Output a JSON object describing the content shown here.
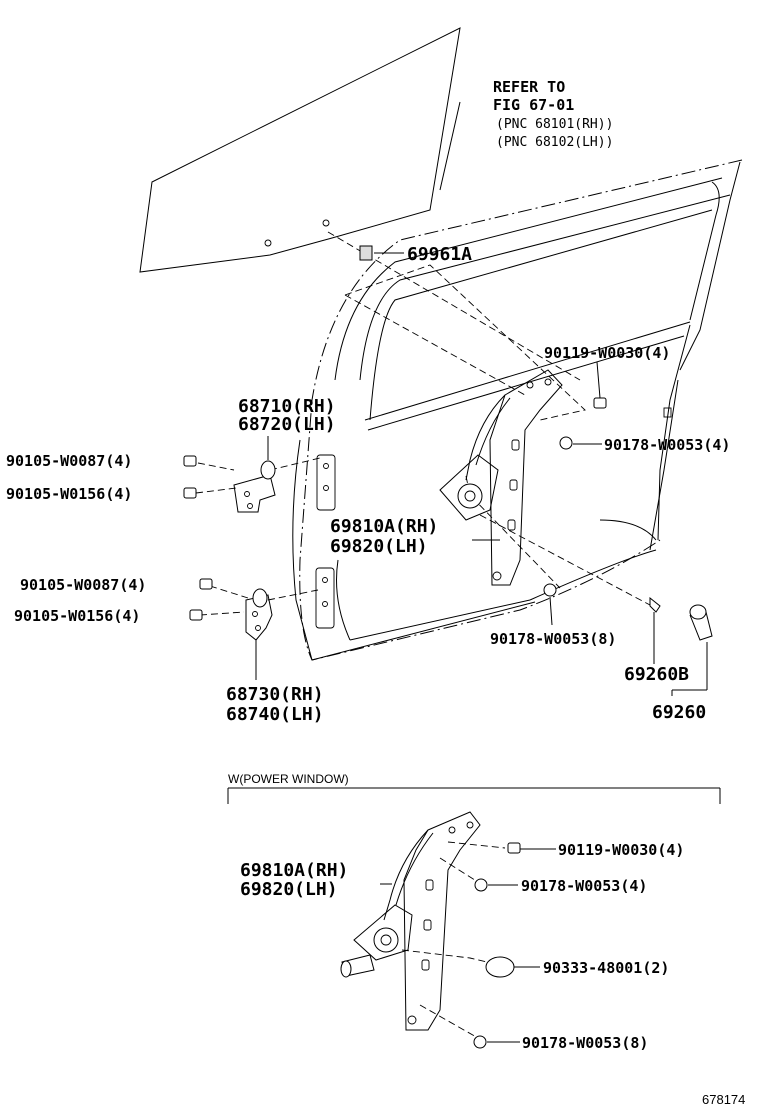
{
  "refer": {
    "line1": "REFER TO",
    "line2": "FIG 67-01",
    "line3": "(PNC 68101(RH))",
    "line4": "(PNC 68102(LH))"
  },
  "parts": {
    "clip_69961a": "69961A",
    "bolt_90119_top": "90119-W0030(4)",
    "nut_90178_top": "90178-W0053(4)",
    "hinge_upper_rh": "68710(RH)",
    "hinge_upper_lh": "68720(LH)",
    "bolt_90105_w0087_a": "90105-W0087(4)",
    "bolt_90105_w0156_a": "90105-W0156(4)",
    "regulator_rh": "69810A(RH)",
    "regulator_lh": "69820(LH)",
    "bolt_90105_w0087_b": "90105-W0087(4)",
    "bolt_90105_w0156_b": "90105-W0156(4)",
    "nut_90178_mid": "90178-W0053(8)",
    "check_69260b": "69260B",
    "check_69260": "69260",
    "hinge_lower_rh": "68730(RH)",
    "hinge_lower_lh": "68740(LH)"
  },
  "power_window": {
    "header": "W(POWER WINDOW)",
    "regulator_rh": "69810A(RH)",
    "regulator_lh": "69820(LH)",
    "bolt_90119": "90119-W0030(4)",
    "nut_90178_a": "90178-W0053(4)",
    "plug_90333": "90333-48001(2)",
    "nut_90178_b": "90178-W0053(8)"
  },
  "figure_id": "678174"
}
